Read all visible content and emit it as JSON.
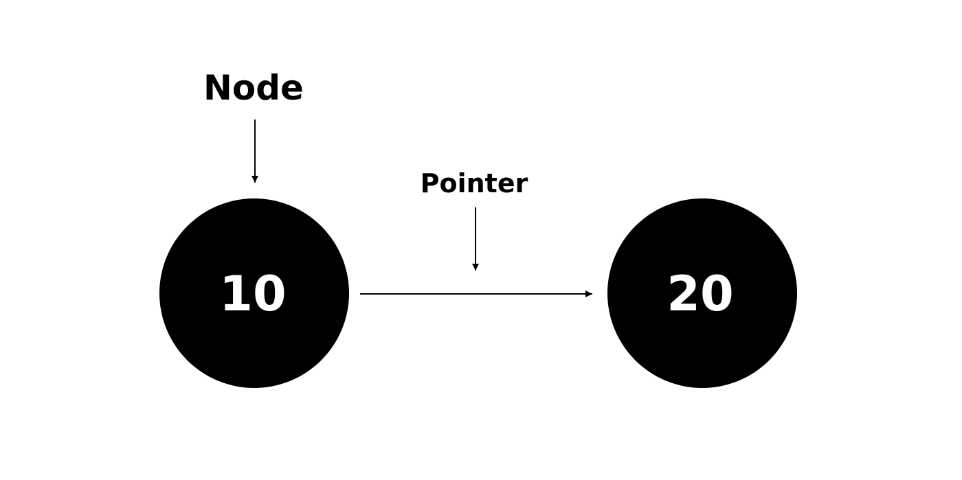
{
  "labels": {
    "node": "Node",
    "pointer": "Pointer"
  },
  "nodes": [
    {
      "value": "10"
    },
    {
      "value": "20"
    }
  ],
  "colors": {
    "node_fill": "#000000",
    "node_text": "#ffffff",
    "label_text": "#000000",
    "arrow": "#000000",
    "background": "#ffffff"
  }
}
